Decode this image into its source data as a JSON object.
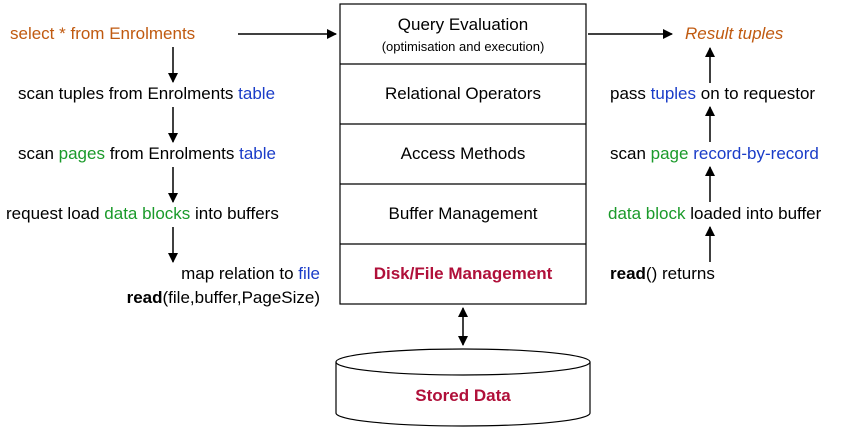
{
  "layers": [
    {
      "title": "Query Evaluation",
      "subtitle": "(optimisation and execution)"
    },
    {
      "title": "Relational Operators"
    },
    {
      "title": "Access Methods"
    },
    {
      "title": "Buffer Management"
    },
    {
      "title": "Disk/File Management"
    }
  ],
  "storage": {
    "label": "Stored Data"
  },
  "left": {
    "query": "select * from Enrolments",
    "step1": {
      "a": "scan tuples from Enrolments ",
      "b": "table"
    },
    "step2": {
      "a": "scan ",
      "b": "pages",
      "c": " from Enrolments ",
      "d": "table"
    },
    "step3": {
      "a": "request load ",
      "b": "data blocks",
      "c": " into buffers"
    },
    "step4": {
      "a": "map relation to ",
      "b": "file"
    },
    "step5": {
      "a": "read",
      "b": "(file,buffer,PageSize)"
    }
  },
  "right": {
    "result": "Result tuples",
    "step1": {
      "a": "pass ",
      "b": "tuples",
      "c": " on to requestor"
    },
    "step2": {
      "a": "scan ",
      "b": "page",
      "c": " ",
      "d": "record-by-record"
    },
    "step3": {
      "a": "data block",
      "b": " loaded into buffer"
    },
    "step4": {
      "a": "read",
      "b": "() returns"
    }
  },
  "colors": {
    "query": "#c05a10",
    "storage_term": "#1a9a2a",
    "relation_term": "#1a3cc8",
    "lowest_layer": "#b0103a"
  }
}
